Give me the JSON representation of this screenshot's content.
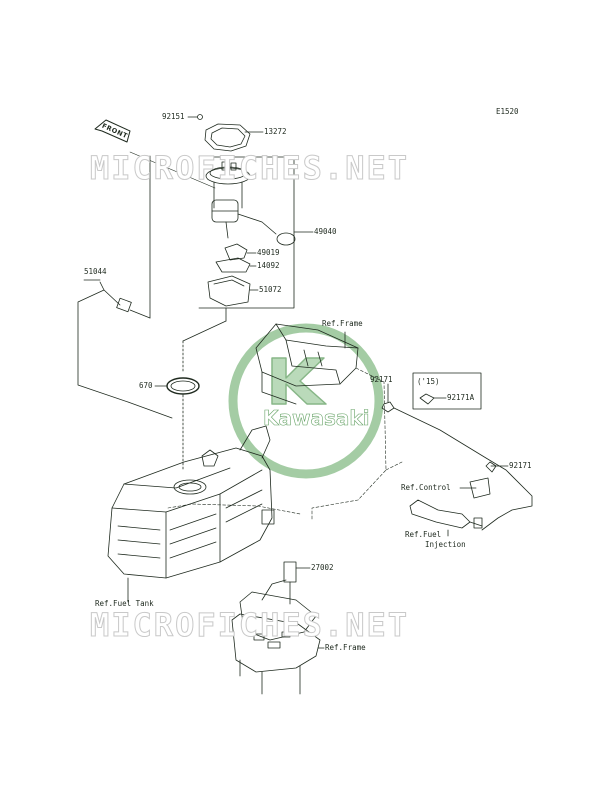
{
  "diagram": {
    "code": "E1520",
    "front_arrow": "FRONT",
    "brand": "Kawasaki",
    "watermark": "MICROFICHES.NET",
    "colors": {
      "line": "#1f2a1f",
      "watermark": "#c9c9c9",
      "logo": "#8dbf8d"
    },
    "parts": {
      "p92151": "92151",
      "p13272": "13272",
      "p49040": "49040",
      "p49019": "49019",
      "p14092": "14092",
      "p51072": "51072",
      "p51044": "51044",
      "p670": "670",
      "p92171a": "92171",
      "p92171b": "92171",
      "p92171A": "92171A",
      "year": "('15)",
      "p27002": "27002"
    },
    "refs": {
      "frame_top": "Ref.Frame",
      "control": "Ref.Control",
      "fuel_injection_1": "Ref.Fuel",
      "fuel_injection_2": "Injection",
      "fuel_tank": "Ref.Fuel Tank",
      "frame_bottom": "Ref.Frame"
    }
  }
}
